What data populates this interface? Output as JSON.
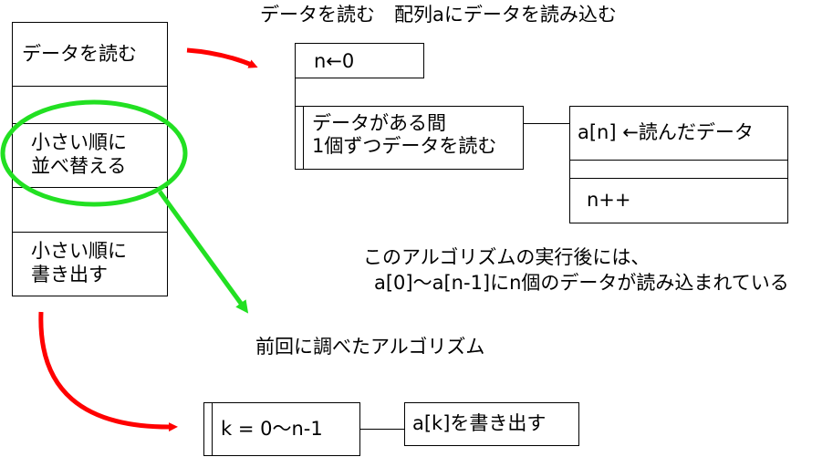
{
  "main_flow": {
    "step1": "データを読む",
    "step2_line1": "小さい順に",
    "step2_line2": "並べ替える",
    "step3_line1": "小さい順に",
    "step3_line2": "書き出す"
  },
  "read_section": {
    "heading": "データを読む　配列aにデータを読み込む",
    "init": "n←0",
    "loop_line1": "データがある間",
    "loop_line2": "1個ずつデータを読む",
    "assign": "a[n] ←読んだデータ",
    "increment": "n++"
  },
  "note": {
    "line1": "このアルゴリズムの実行後には、",
    "line2": "a[0]～a[n-1]にn個のデータが読み込まれている"
  },
  "write_section": {
    "heading": "前回に調べたアルゴリズム",
    "loop": "k = 0～n-1",
    "action": "a[k]を書き出す"
  },
  "colors": {
    "red_arrow": "#ff0000",
    "green_highlight": "#22e022"
  }
}
